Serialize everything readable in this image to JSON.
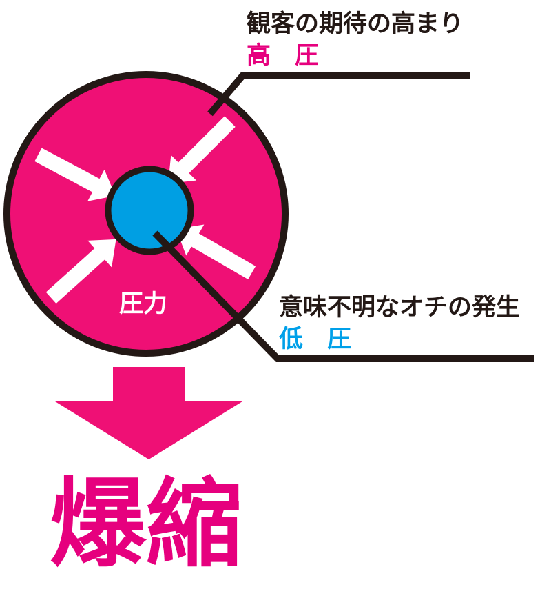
{
  "labels": {
    "high_caption": "観客の期待の高まり",
    "high_term": "高　圧",
    "low_caption": "意味不明なオチの発生",
    "low_term": "低　圧",
    "pressure": "圧力",
    "result": "爆縮"
  },
  "colors": {
    "outer_circle": "#ef1075",
    "inner_circle": "#009fe3",
    "outline": "#231815",
    "high_term": "#e6007e",
    "low_term": "#00a0e9",
    "result": "#e6007e",
    "arrow_fill": "#ffffff"
  }
}
